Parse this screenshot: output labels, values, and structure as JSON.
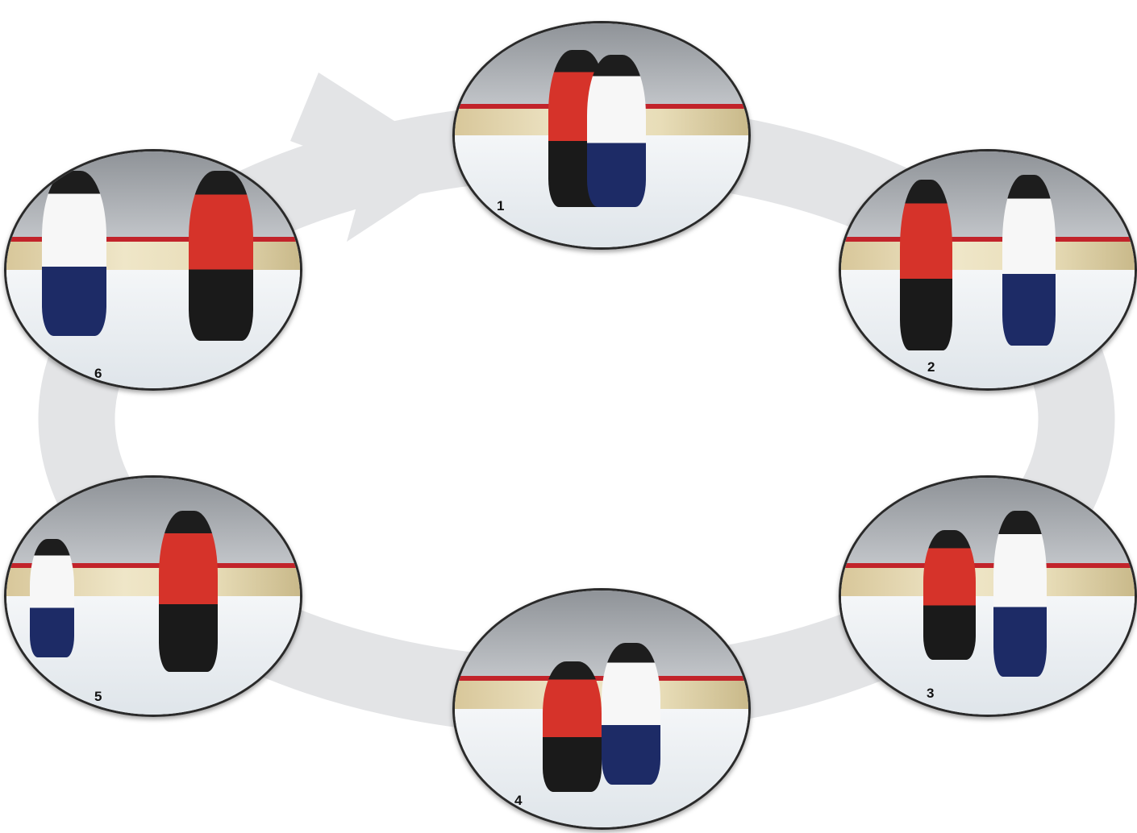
{
  "steps": [
    {
      "number": "1"
    },
    {
      "number": "2"
    },
    {
      "number": "3"
    },
    {
      "number": "4"
    },
    {
      "number": "5"
    },
    {
      "number": "6"
    }
  ],
  "colors": {
    "background": "#ffffff",
    "cycle_arrow": "#e3e4e6",
    "photo_border": "#2a2a2a",
    "jersey_red": "#d6332a",
    "jersey_white": "#f7f7f7"
  }
}
